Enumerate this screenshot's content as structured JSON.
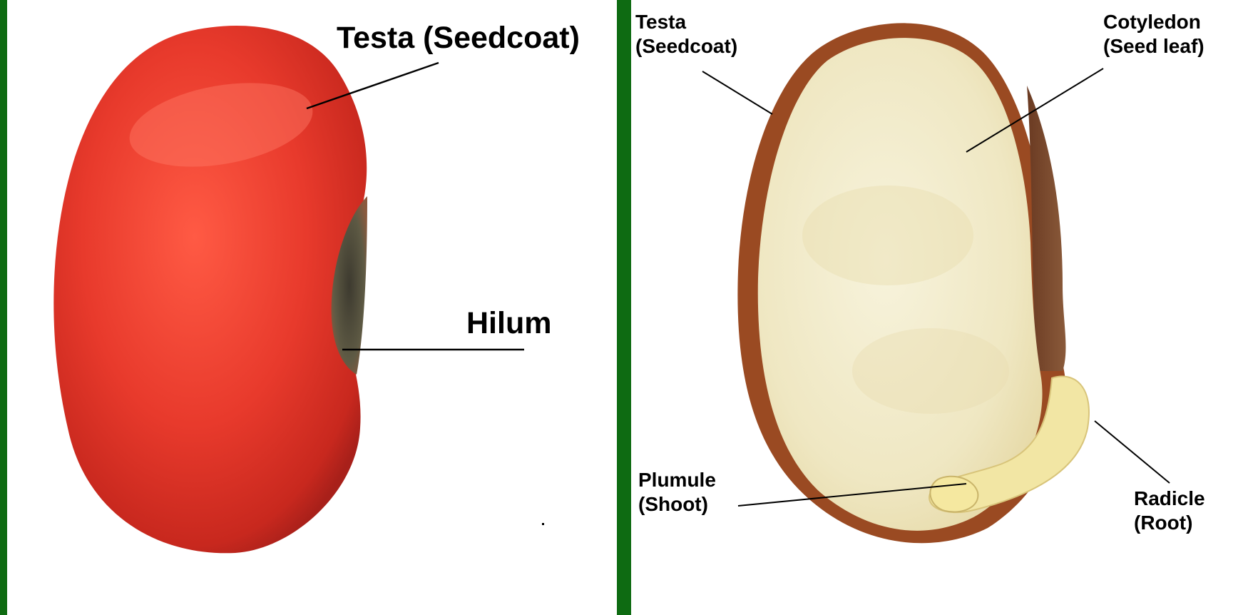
{
  "left_panel": {
    "labels": {
      "testa": "Testa (Seedcoat)",
      "hilum": "Hilum"
    }
  },
  "right_panel": {
    "labels": {
      "testa_line1": "Testa",
      "testa_line2": "(Seedcoat)",
      "cotyledon_line1": "Cotyledon",
      "cotyledon_line2": "(Seed leaf)",
      "plumule_line1": "Plumule",
      "plumule_line2": "(Shoot)",
      "radicle_line1": "Radicle",
      "radicle_line2": "(Root)"
    }
  },
  "colors": {
    "background_frame": "#0e6b12",
    "seed_coat_red": "#e83a2c",
    "seed_interior": "#f3ecc9",
    "seed_coat_brown": "#9a4a22",
    "embryo_cream": "#f2e6a4"
  }
}
